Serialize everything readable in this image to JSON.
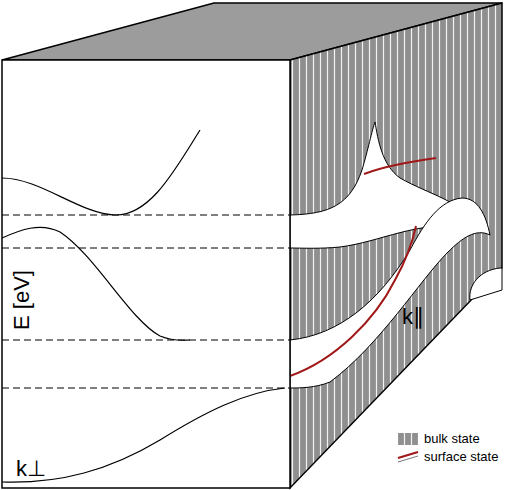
{
  "diagram": {
    "labels": [
      "E [eV]",
      "k⊥",
      "k∥"
    ],
    "legend": [
      {
        "text": "bulk state"
      },
      {
        "text": "surface state"
      }
    ]
  }
}
